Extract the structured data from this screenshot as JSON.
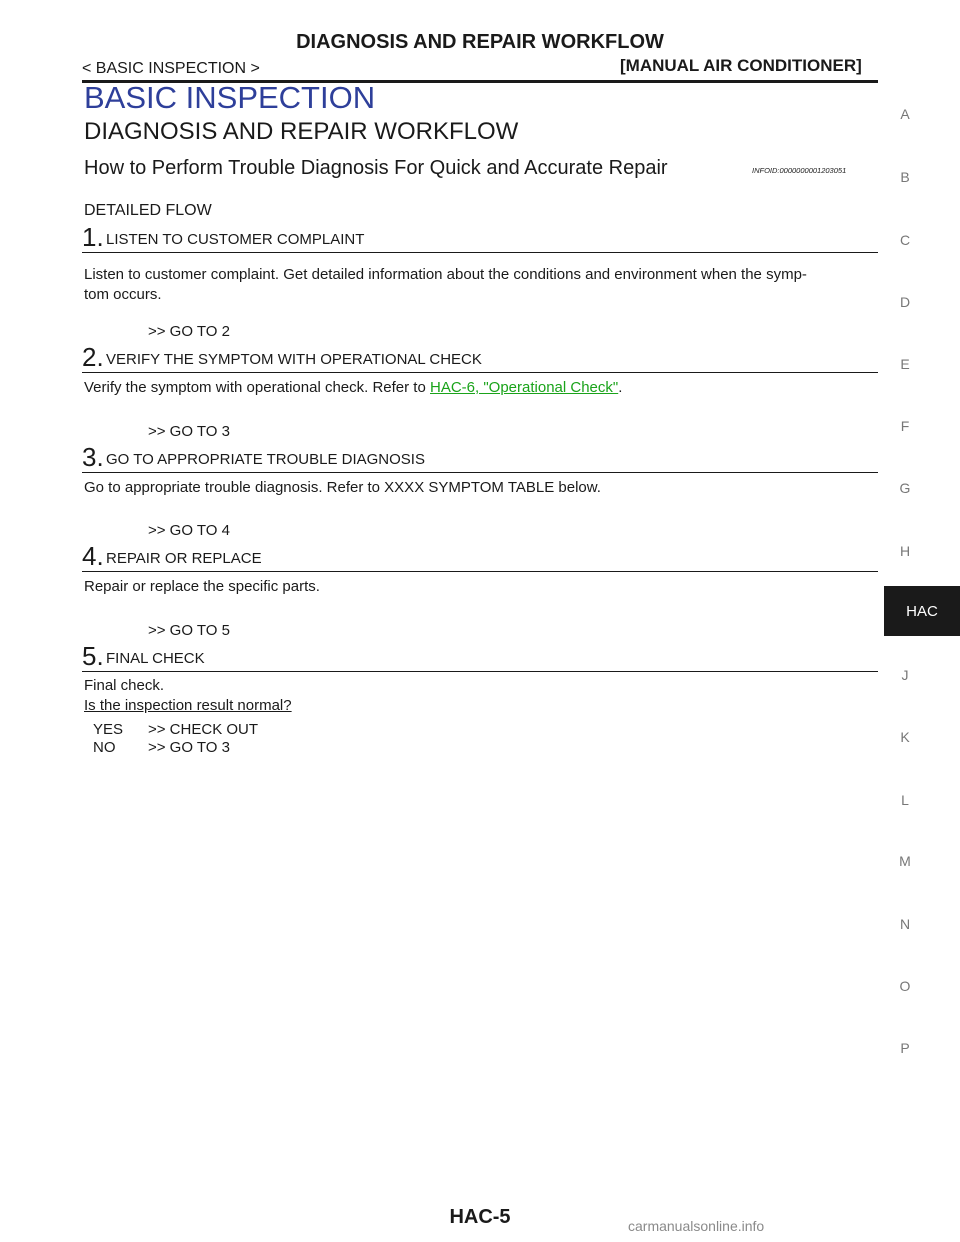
{
  "header": {
    "title": "DIAGNOSIS AND REPAIR WORKFLOW",
    "breadcrumb": "< BASIC INSPECTION >",
    "section": "[MANUAL AIR CONDITIONER]"
  },
  "content": {
    "basic_title": "BASIC INSPECTION",
    "workflow_title": "DIAGNOSIS AND REPAIR WORKFLOW",
    "howto_title": "How to Perform Trouble Diagnosis For Quick and Accurate Repair",
    "infoid": "INFOID:0000000001203051",
    "detailed_flow": "DETAILED FLOW",
    "steps": [
      {
        "num": "1.",
        "label": "LISTEN TO CUSTOMER COMPLAINT",
        "text1": "Listen to customer complaint. Get detailed information about the conditions and environment when the symp-",
        "text2": "tom occurs.",
        "goto": ">> GO TO 2"
      },
      {
        "num": "2.",
        "label": "VERIFY THE SYMPTOM WITH OPERATIONAL CHECK",
        "text_pre": "Verify the symptom with operational check. Refer to ",
        "link": "HAC-6, \"Operational Check\"",
        "text_post": ".",
        "goto": ">> GO TO 3"
      },
      {
        "num": "3.",
        "label": "GO TO APPROPRIATE TROUBLE DIAGNOSIS",
        "text1": "Go to appropriate trouble diagnosis. Refer to XXXX SYMPTOM TABLE below.",
        "goto": ">> GO TO 4"
      },
      {
        "num": "4.",
        "label": "REPAIR OR REPLACE",
        "text1": "Repair or replace the specific parts.",
        "goto": ">> GO TO 5"
      },
      {
        "num": "5.",
        "label": "FINAL CHECK",
        "text1": "Final check."
      }
    ],
    "question": "Is the inspection result normal?",
    "answers": [
      {
        "key": "YES",
        "value": ">> CHECK OUT"
      },
      {
        "key": "NO",
        "value": ">> GO TO 3"
      }
    ]
  },
  "side_index": {
    "letters": [
      "A",
      "B",
      "C",
      "D",
      "E",
      "F",
      "G",
      "H",
      "J",
      "K",
      "L",
      "M",
      "N",
      "O",
      "P"
    ],
    "active": "HAC"
  },
  "footer": {
    "page": "HAC-5",
    "watermark": "carmanualsonline.info"
  }
}
